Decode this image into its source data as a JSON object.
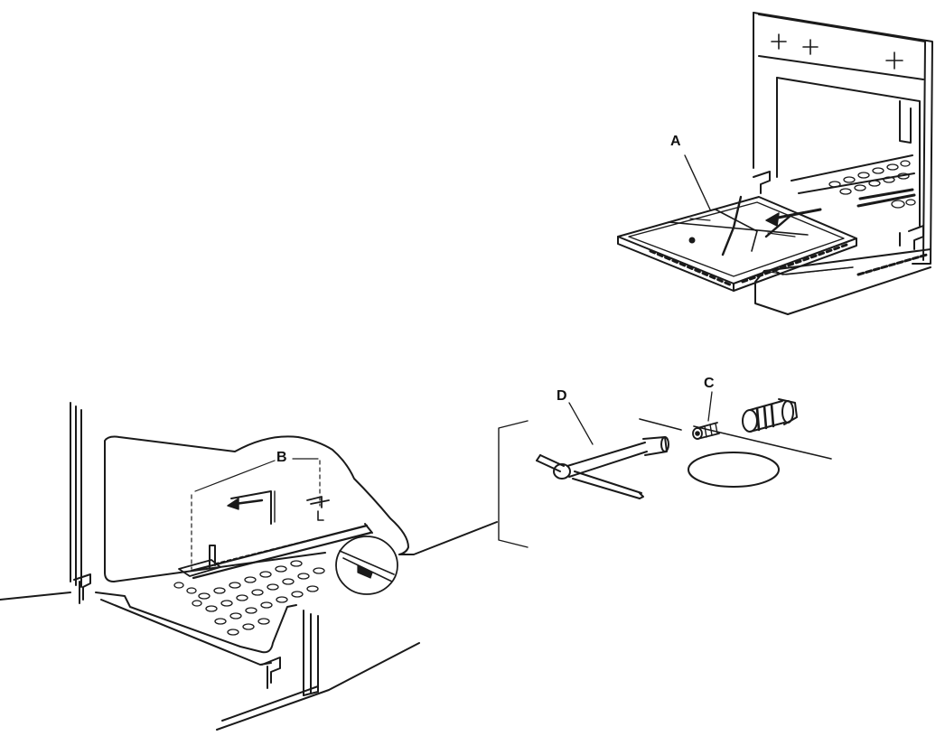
{
  "labels": {
    "a": "A",
    "b": "B",
    "c": "C",
    "d": "D"
  },
  "style": {
    "ink": "#1a1a1a",
    "background": "#ffffff"
  }
}
